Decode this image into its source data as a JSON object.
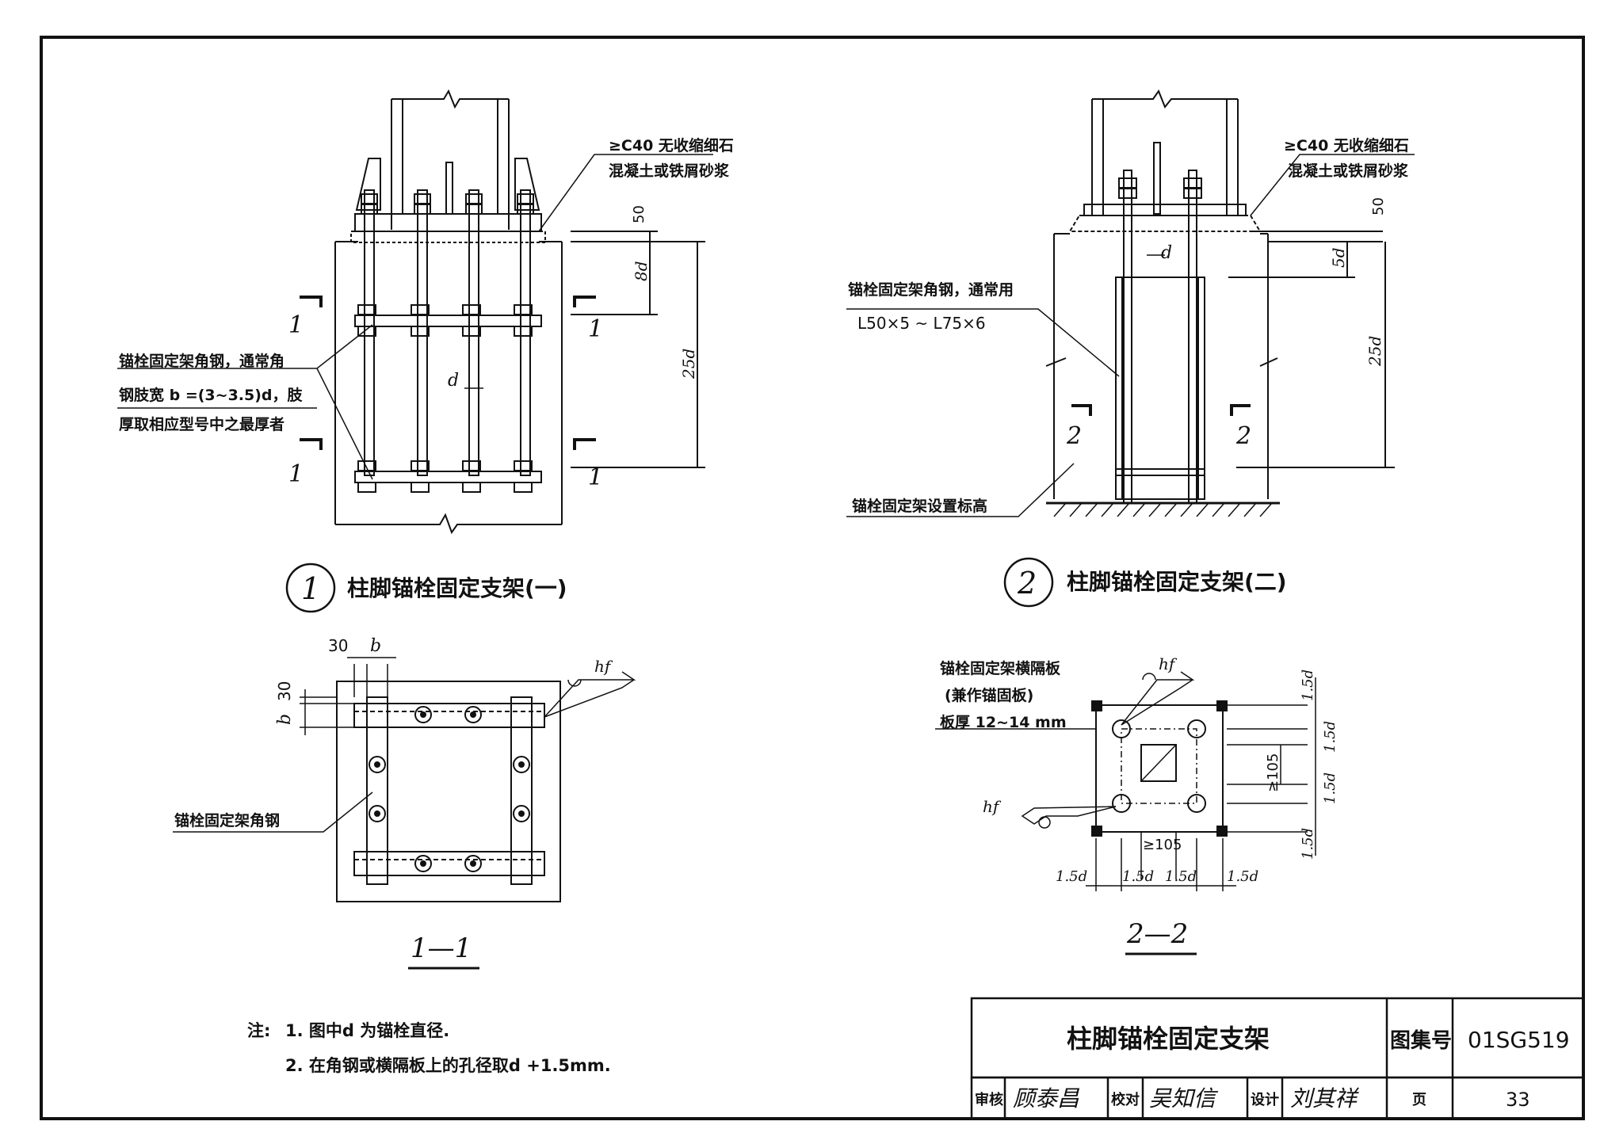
{
  "detail1": {
    "marker": "1",
    "title": "柱脚锚栓固定支架(一)",
    "grout_label_1": "≥C40 无收缩细石",
    "grout_label_2": "混凝土或铁屑砂浆",
    "angle_note_1": "锚栓固定架角钢，通常角",
    "angle_note_2": "钢肢宽 b =(3~3.5)d，肢",
    "angle_note_3": "厚取相应型号中之最厚者",
    "dim_50": "50",
    "dim_8d": "8d",
    "dim_25d": "25d",
    "dim_d": "d",
    "section_label": "1"
  },
  "detail2": {
    "marker": "2",
    "title": "柱脚锚栓固定支架(二)",
    "grout_label_1": "≥C40 无收缩细石",
    "grout_label_2": "混凝土或铁屑砂浆",
    "angle_note_1": "锚栓固定架角钢，通常用",
    "angle_note_2": "L50×5 ~ L75×6",
    "elev_note": "锚栓固定架设置标高",
    "dim_50": "50",
    "dim_5d": "5d",
    "dim_25d": "25d",
    "dim_d": "d",
    "section_label": "2"
  },
  "section11": {
    "title": "1—1",
    "dim_30a": "30",
    "dim_b_top": "b",
    "dim_30b": "30",
    "dim_b_side": "b",
    "weld": "hf",
    "angle_label": "锚栓固定架角钢"
  },
  "section22": {
    "title": "2—2",
    "plate_note_1": "锚栓固定架横隔板",
    "plate_note_2": "(兼作锚固板)",
    "plate_note_3": "板厚 12~14 mm",
    "weld": "hf",
    "dim_105_h": "≥105",
    "dim_105_v": "≥105",
    "dim_15d": "1.5d"
  },
  "notes": {
    "prefix": "注:",
    "note1": "1. 图中d 为锚栓直径.",
    "note2": "2. 在角钢或横隔板上的孔径取d +1.5mm."
  },
  "titleblock": {
    "title": "柱脚锚栓固定支架",
    "atlas_label": "图集号",
    "atlas_no": "01SG519",
    "review_label": "审核",
    "reviewer": "顾泰昌",
    "check_label": "校对",
    "checker": "吴知信",
    "design_label": "设计",
    "designer": "刘其祥",
    "page_label": "页",
    "page_no": "33"
  }
}
